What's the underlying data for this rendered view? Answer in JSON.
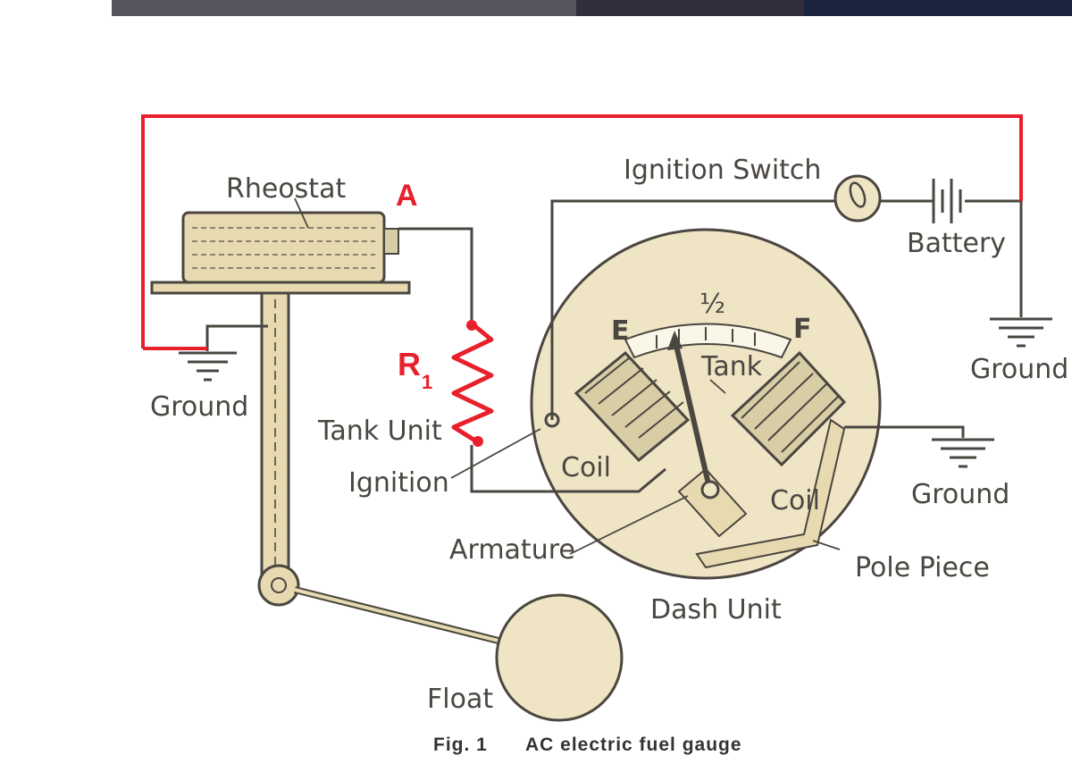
{
  "labels": {
    "rheostat": "Rheostat",
    "ignition_switch": "Ignition Switch",
    "battery": "Battery",
    "ground_left": "Ground",
    "ground_right_top": "Ground",
    "ground_right_mid": "Ground",
    "tank_unit": "Tank Unit",
    "ignition": "Ignition",
    "armature": "Armature",
    "coil_left": "Coil",
    "coil_right": "Coil",
    "tank": "Tank",
    "pole_piece": "Pole Piece",
    "dash_unit": "Dash Unit",
    "float": "Float",
    "gauge_empty": "E",
    "gauge_half": "½",
    "gauge_full": "F"
  },
  "annotations": {
    "point_a": "A",
    "resistor": "R",
    "resistor_sub": "1"
  },
  "caption": {
    "fig": "Fig. 1",
    "text": "AC electric fuel gauge"
  },
  "colors": {
    "annotation": "#e8202c",
    "paper": "#efe4c4",
    "ink": "#4a4640"
  }
}
